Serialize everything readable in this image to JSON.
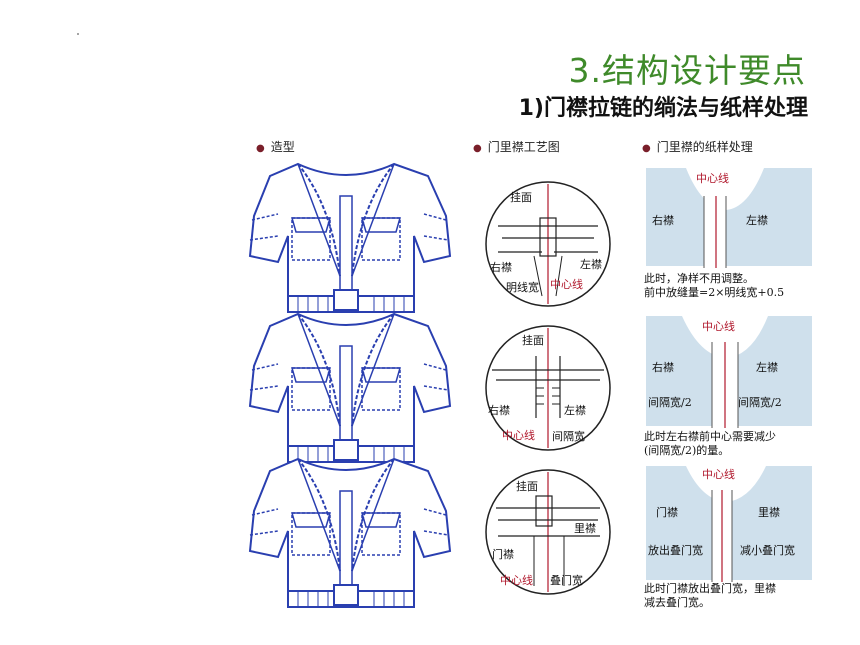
{
  "slide": {
    "title": "3.结构设计要点",
    "subtitle": "1)门襟拉链的绱法与纸样处理"
  },
  "headers": {
    "style": "造型",
    "process": "门里襟工艺图",
    "pattern": "门里襟的纸样处理"
  },
  "process_labels": {
    "d1_facing": "挂面",
    "d1_right": "右襟",
    "d1_left": "左襟",
    "d1_stitch": "明线宽",
    "d1_center": "中心线",
    "d2_facing": "挂面",
    "d2_right": "右襟",
    "d2_left": "左襟",
    "d2_center": "中心线",
    "d2_gap": "间隔宽",
    "d3_facing": "挂面",
    "d3_inner": "里襟",
    "d3_door": "门襟",
    "d3_center": "中心线",
    "d3_overlap": "叠门宽"
  },
  "pattern_labels": {
    "p1_center": "中心线",
    "p1_right": "右襟",
    "p1_left": "左襟",
    "p1_note1": "此时，净样不用调整。",
    "p1_note2": "前中放缝量=2×明线宽+0.5",
    "p2_center": "中心线",
    "p2_right": "右襟",
    "p2_left": "左襟",
    "p2_gap_l": "间隔宽/2",
    "p2_gap_r": "间隔宽/2",
    "p2_note1": "此时左右襟前中心需要减少",
    "p2_note2": "(间隔宽/2)的量。",
    "p3_center": "中心线",
    "p3_door": "门襟",
    "p3_inner": "里襟",
    "p3_add": "放出叠门宽",
    "p3_sub": "减小叠门宽",
    "p3_note1": "此时门襟放出叠门宽，里襟",
    "p3_note2": "减去叠门宽。"
  },
  "colors": {
    "title_green": "#3f8a2a",
    "sketch_blue": "#2a3fb0",
    "pattern_blue": "#cfe0ec",
    "center_red": "#b0182c",
    "bullet": "#7a1f2a"
  }
}
